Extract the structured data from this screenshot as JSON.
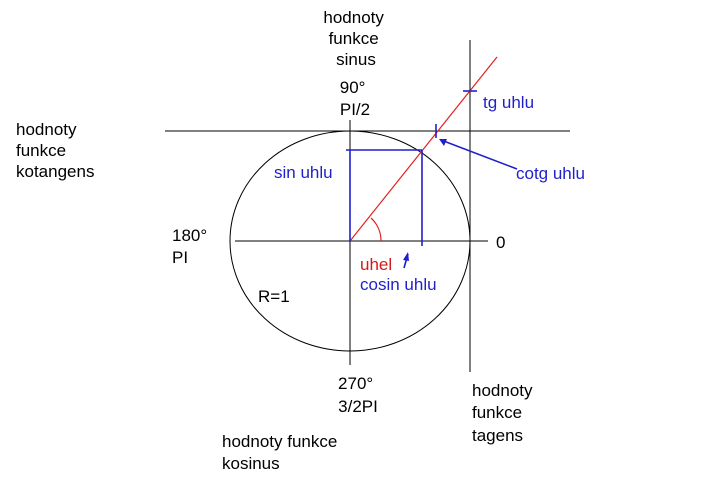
{
  "labels": {
    "sinus_axis": [
      "hodnoty",
      "funkce",
      "sinus"
    ],
    "angle_90": [
      "90°",
      "PI/2"
    ],
    "kotangens_axis": [
      "hodnoty",
      "funkce",
      "kotangens"
    ],
    "angle_180": [
      "180°",
      "PI"
    ],
    "angle_0": "0",
    "angle_270": [
      "270°",
      "3/2PI"
    ],
    "kosinus_axis": [
      "hodnoty funkce",
      "kosinus"
    ],
    "tagens_axis": [
      "hodnoty",
      "funkce",
      "tagens"
    ],
    "radius": "R=1",
    "sin": "sin uhlu",
    "cos": "cosin uhlu",
    "tan": "tg uhlu",
    "cot": "cotg uhlu",
    "angle": "uhel"
  },
  "colors": {
    "axis": "#000000",
    "measure": "#1f1fcc",
    "angle_line": "#e02020",
    "angle_text": "#d41a1a"
  }
}
